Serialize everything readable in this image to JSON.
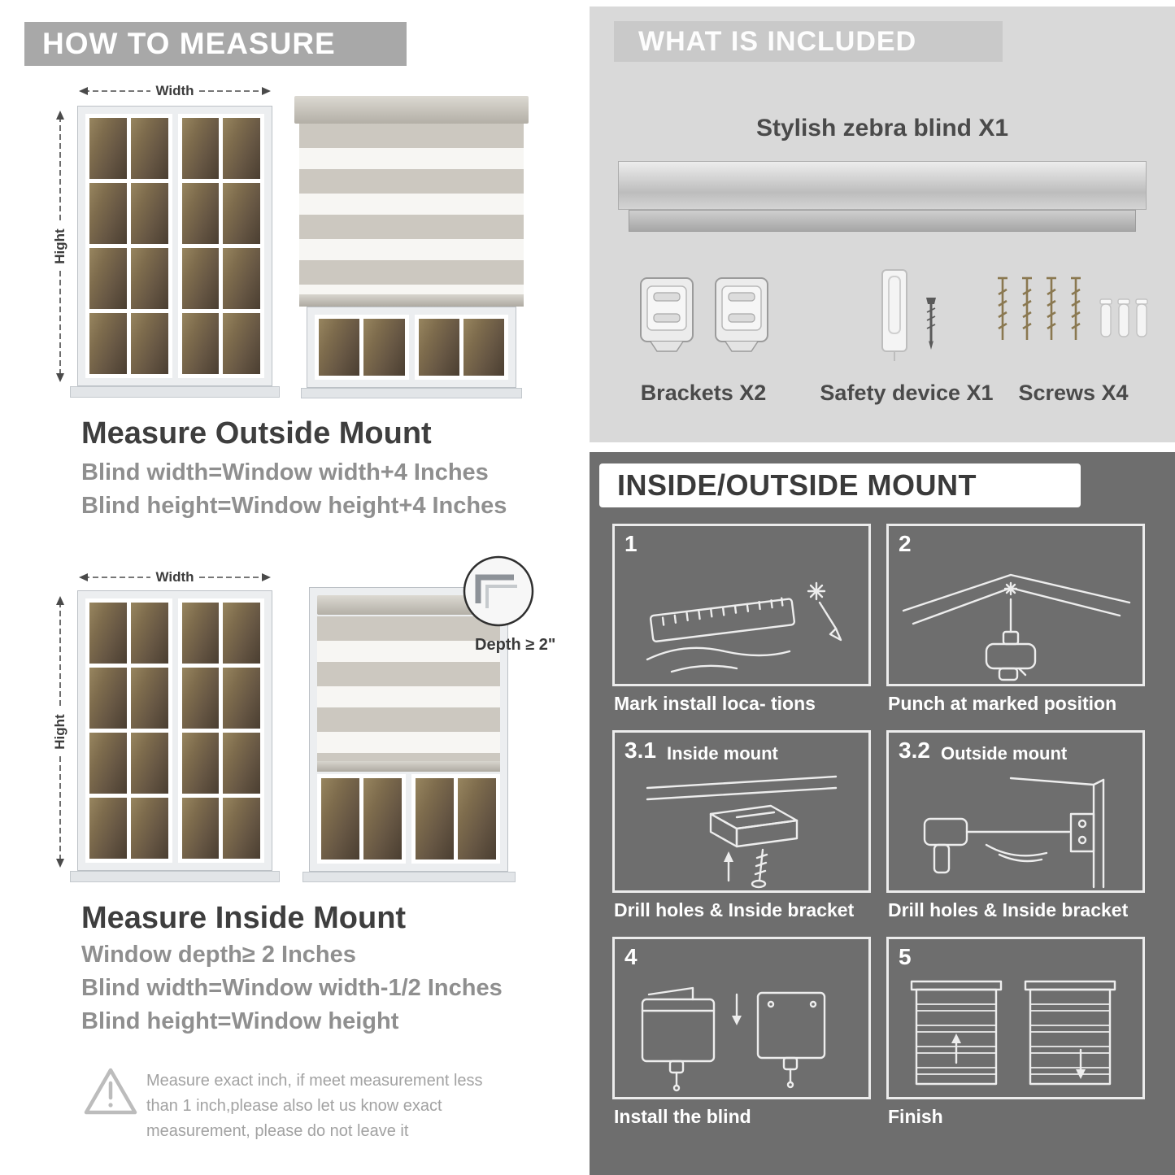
{
  "left": {
    "banner": "HOW TO MEASURE",
    "outside": {
      "width_label": "Width",
      "height_label": "Hight",
      "heading": "Measure Outside Mount",
      "line1": "Blind width=Window width+4 Inches",
      "line2": "Blind height=Window height+4 Inches"
    },
    "inside": {
      "width_label": "Width",
      "height_label": "Hight",
      "depth_label": "Depth ≥ 2\"",
      "heading": "Measure Inside Mount",
      "line1": "Window depth≥ 2 Inches",
      "line2": "Blind width=Window width-1/2 Inches",
      "line3": "Blind height=Window height"
    },
    "warning_text": "Measure exact inch, if meet measurement less than 1 inch,please also let us know exact measurement, please do not leave it"
  },
  "right": {
    "included": {
      "banner": "WHAT IS INCLUDED",
      "product_label": "Stylish zebra blind X1",
      "items": [
        {
          "label": "Brackets X2"
        },
        {
          "label": "Safety device X1"
        },
        {
          "label": "Screws X4"
        }
      ]
    },
    "mount": {
      "banner": "INSIDE/OUTSIDE MOUNT",
      "steps": [
        {
          "num": "1",
          "title": "",
          "caption": "Mark install loca- tions"
        },
        {
          "num": "2",
          "title": "",
          "caption": "Punch at  marked position"
        },
        {
          "num": "3.1",
          "title": "Inside mount",
          "caption": "Drill holes &  Inside bracket"
        },
        {
          "num": "3.2",
          "title": "Outside mount",
          "caption": "Drill holes &  Inside bracket"
        },
        {
          "num": "4",
          "title": "",
          "caption": "Install the blind"
        },
        {
          "num": "5",
          "title": "",
          "caption": "Finish"
        }
      ]
    }
  },
  "colors": {
    "banner_gray": "#a8a8a8",
    "included_panel": "#d9d9d9",
    "mount_panel": "#6e6e6e"
  }
}
